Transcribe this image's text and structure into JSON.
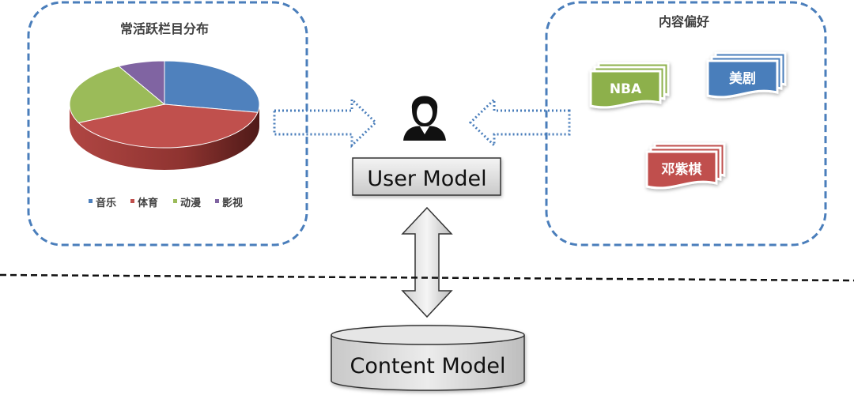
{
  "left_panel": {
    "title": "常活跃栏目分布",
    "chart_data": {
      "type": "pie",
      "title": "常活跃栏目分布",
      "categories": [
        "音乐",
        "体育",
        "动漫",
        "影视"
      ],
      "values": [
        28,
        40,
        24,
        8
      ],
      "colors": [
        "#4f81bd",
        "#c0504d",
        "#9bbb59",
        "#8064a2"
      ],
      "legend": "bottom"
    }
  },
  "right_panel": {
    "title": "内容偏好",
    "tags": [
      {
        "label": "NBA",
        "color": "#8db04c"
      },
      {
        "label": "美剧",
        "color": "#4a7ebb"
      },
      {
        "label": "邓紫棋",
        "color": "#c0504d"
      }
    ]
  },
  "user_model": {
    "label": "User Model",
    "icon": "user-icon"
  },
  "content_model": {
    "label": "Content Model"
  },
  "colors": {
    "border": "#4a7ebb",
    "arrow": "#4a7ebb"
  }
}
